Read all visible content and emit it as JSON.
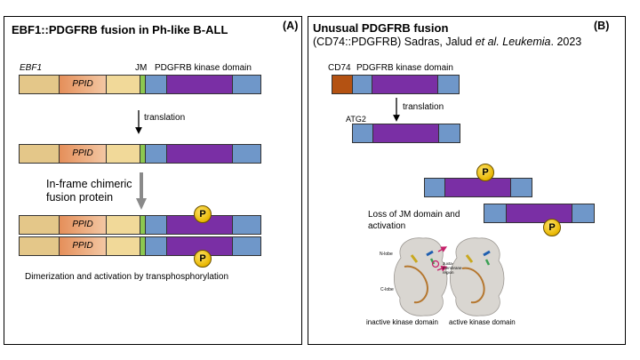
{
  "panel_a": {
    "title": "EBF1::PDGFRB fusion in Ph-like B-ALL",
    "tag": "(A)",
    "label_ebf1": "EBF1",
    "label_jm": "JM",
    "label_kinase": "PDGFRB kinase domain",
    "ppid": "PPID",
    "translation": "translation",
    "chimeric_line1": "In-frame chimeric",
    "chimeric_line2": "fusion protein",
    "phospho": "P",
    "caption": "Dimerization and activation by transphosphorylation"
  },
  "panel_b": {
    "title": "Unusual PDGFRB fusion",
    "tag": "(B)",
    "citation_pre": "(CD74::PDGFRB) Sadras, Jalud ",
    "citation_etal": "et al.",
    "citation_journal": " Leukemia",
    "citation_year": ". 2023",
    "label_cd74": "CD74",
    "label_kinase": "PDGFRB kinase domain",
    "translation": "translation",
    "label_atg2": "ATG2",
    "phospho": "P",
    "loss_line1": "Loss of JM domain and",
    "loss_line2": "activation",
    "nlobe": "N-lobe",
    "clobe": "C-lobe",
    "jm_region": "Juxta-membrane region",
    "inactive": "inactive kinase domain",
    "active": "active kinase domain"
  },
  "colors": {
    "ebf1": "#e4c789",
    "ppid": "#e58f5a",
    "jm": "#8cc850",
    "kinase_flank": "#6f97c9",
    "kinase_core": "#7a2fa5",
    "cd74": "#b45212",
    "phospho": "#e8b600"
  }
}
